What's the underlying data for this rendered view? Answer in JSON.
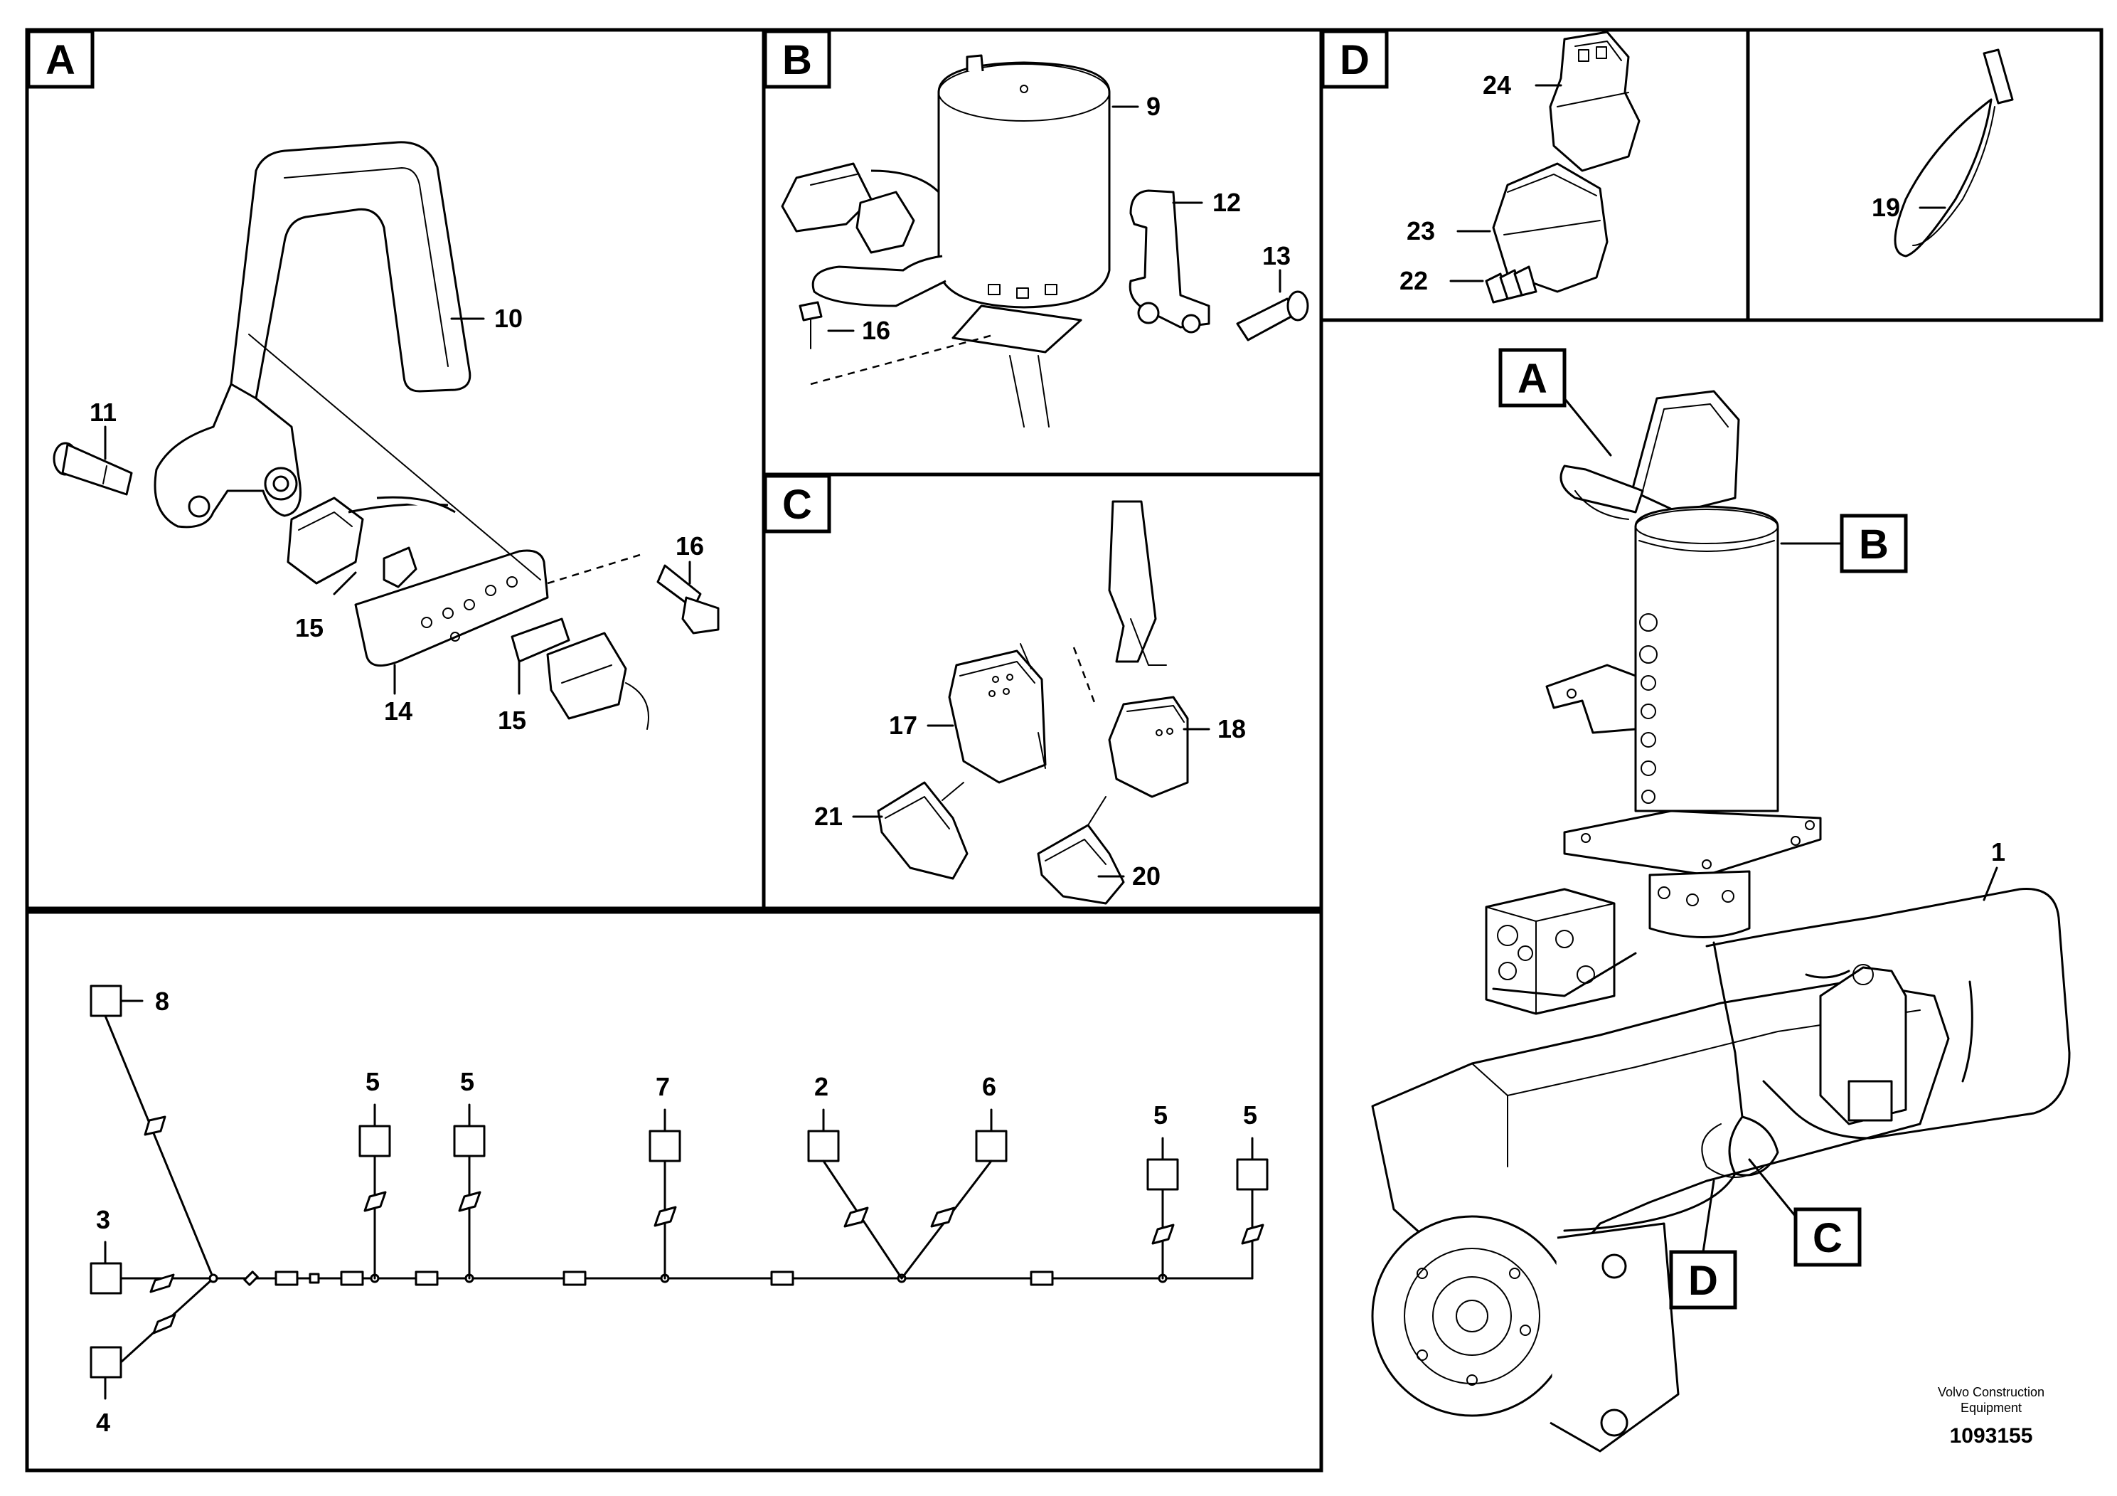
{
  "panels": {
    "a": {
      "letter": "A"
    },
    "b": {
      "letter": "B"
    },
    "c": {
      "letter": "C"
    },
    "d": {
      "letter": "D"
    }
  },
  "overview_letters": {
    "a": "A",
    "b": "B",
    "c": "C",
    "d": "D"
  },
  "callouts": {
    "p1": "1",
    "p2": "2",
    "p3": "3",
    "p4": "4",
    "p5": "5",
    "p6": "6",
    "p7": "7",
    "p8": "8",
    "p9": "9",
    "p10": "10",
    "p11": "11",
    "p12": "12",
    "p13": "13",
    "p14": "14",
    "p15": "15",
    "p16": "16",
    "p17": "17",
    "p18": "18",
    "p19": "19",
    "p20": "20",
    "p21": "21",
    "p22": "22",
    "p23": "23",
    "p24": "24"
  },
  "footer": {
    "credit_line1": "Volvo Construction",
    "credit_line2": "Equipment",
    "doc_number": "1093155"
  }
}
